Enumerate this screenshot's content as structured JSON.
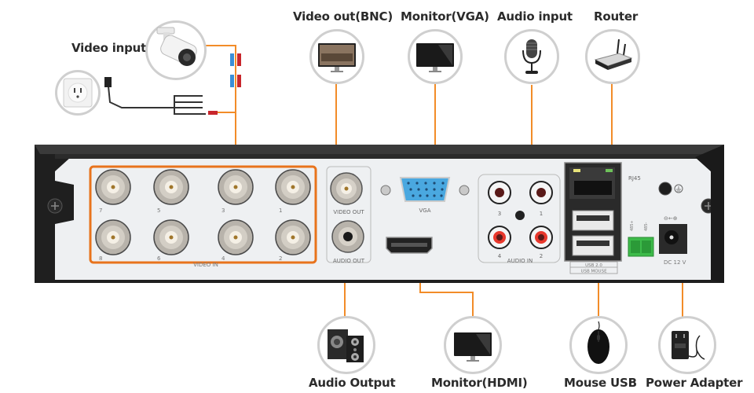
{
  "title": "DVR rear panel connection diagram",
  "colors": {
    "accent": "#f28c28",
    "highlight_box": "#e8731c",
    "chassis": "#1f1f1f",
    "panel": "#eceef0",
    "vga_blue": "#4aa8e0",
    "terminal_green": "#3dbb4a",
    "rca_red": "#e8382c"
  },
  "devices": {
    "video_input": {
      "label": "Video input",
      "icon": "cctv-camera-icon"
    },
    "power_outlet": {
      "icon": "power-outlet-icon"
    },
    "video_out_bnc": {
      "label": "Video out(BNC)",
      "icon": "tv-monitor-icon"
    },
    "monitor_vga": {
      "label": "Monitor(VGA)",
      "icon": "monitor-icon"
    },
    "audio_input": {
      "label": "Audio input",
      "icon": "microphone-icon"
    },
    "router": {
      "label": "Router",
      "icon": "router-icon"
    },
    "audio_output": {
      "label": "Audio Output",
      "icon": "speakers-icon"
    },
    "monitor_hdmi": {
      "label": "Monitor(HDMI)",
      "icon": "monitor-icon"
    },
    "mouse_usb": {
      "label": "Mouse USB",
      "icon": "mouse-icon"
    },
    "power_adapter": {
      "label": "Power Adapter",
      "icon": "power-adapter-icon"
    }
  },
  "panel": {
    "video_in_label": "VIDEO IN",
    "video_in_top_numbers": [
      "7",
      "5",
      "3",
      "1"
    ],
    "video_in_bottom_numbers": [
      "8",
      "6",
      "4",
      "2"
    ],
    "video_out_label": "VIDEO OUT",
    "audio_out_label": "AUDIO OUT",
    "vga_label": "VGA",
    "audio_in_label": "AUDIO IN",
    "audio_in_numbers": [
      "3",
      "1",
      "4",
      "2"
    ],
    "rj45_label": "RJ45",
    "usb_label_1": "USB 2.0",
    "usb_label_2": "USB MOUSE",
    "dc_label": "DC 12 V",
    "rs485_labels": [
      "485+",
      "485-"
    ]
  }
}
